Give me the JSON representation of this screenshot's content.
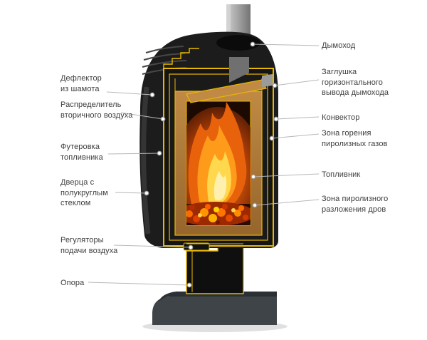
{
  "diagram": {
    "subject": "wood-stove-cutaway",
    "background": "#ffffff",
    "leader_line_color": "#b8b8b8",
    "colors": {
      "stove_body": "#1c1c1c",
      "cut_edge_yellow": "#e8b800",
      "lining_tan": "#b07b36",
      "deflector_tan": "#c08a44",
      "fire_core": "#ffd84d",
      "fire_mid": "#ff9b1a",
      "fire_outer": "#e8620c",
      "embers_glow": "#9c2a00",
      "pipe_gray": "#a7a7a7",
      "base_gray": "#3f4449"
    },
    "labels": {
      "left": [
        {
          "id": "deflector",
          "text": "Дефлектор из шамота"
        },
        {
          "id": "air-distributor",
          "text": "Распределитель вторичного воздуха"
        },
        {
          "id": "lining",
          "text": "Футеровка топливника"
        },
        {
          "id": "door",
          "text": "Дверца с полукруглым стеклом"
        },
        {
          "id": "regulators",
          "text": "Регуляторы подачи воздуха"
        },
        {
          "id": "support",
          "text": "Опора"
        }
      ],
      "right": [
        {
          "id": "chimney",
          "text": "Дымоход"
        },
        {
          "id": "plug",
          "text": "Заглушка горизонтального вывода  дымохода"
        },
        {
          "id": "convector",
          "text": "Конвектор"
        },
        {
          "id": "pyrolysis-gas-zone",
          "text": "Зона горения пиролизных газов"
        },
        {
          "id": "firebox",
          "text": "Топливник"
        },
        {
          "id": "wood-decomposition-zone",
          "text": "Зона пиролизного разложения дров"
        }
      ]
    }
  }
}
